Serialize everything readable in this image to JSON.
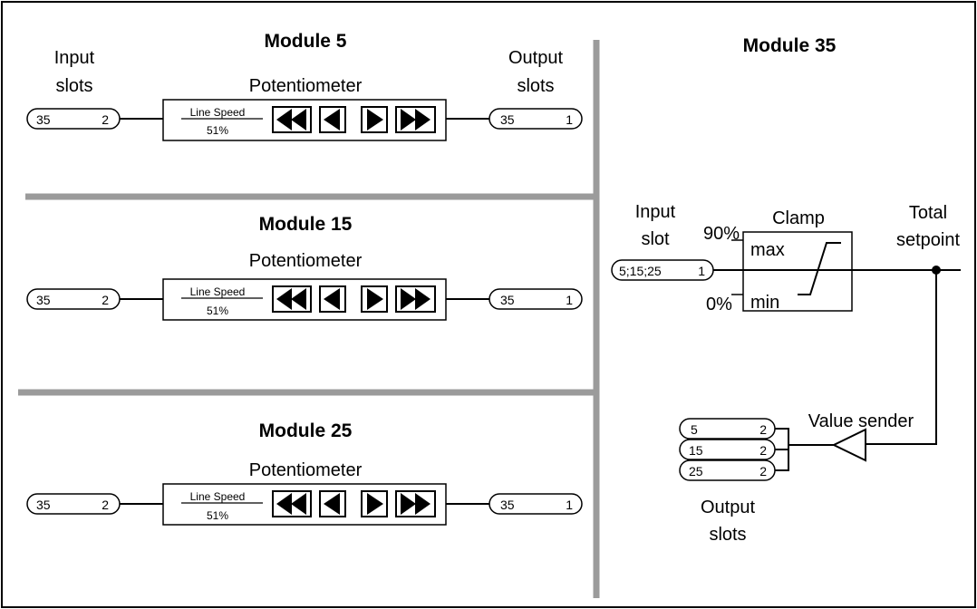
{
  "modules_left": [
    {
      "title": "Module 5",
      "block_label": "Potentiometer",
      "param_name": "Line Speed",
      "param_value": "51%",
      "input_label_line1": "Input",
      "input_label_line2": "slots",
      "output_label_line1": "Output",
      "output_label_line2": "slots",
      "input_slot": {
        "left": "35",
        "right": "2"
      },
      "output_slot": {
        "left": "35",
        "right": "1"
      }
    },
    {
      "title": "Module 15",
      "block_label": "Potentiometer",
      "param_name": "Line Speed",
      "param_value": "51%",
      "input_slot": {
        "left": "35",
        "right": "2"
      },
      "output_slot": {
        "left": "35",
        "right": "1"
      }
    },
    {
      "title": "Module 25",
      "block_label": "Potentiometer",
      "param_name": "Line Speed",
      "param_value": "51%",
      "input_slot": {
        "left": "35",
        "right": "2"
      },
      "output_slot": {
        "left": "35",
        "right": "1"
      }
    }
  ],
  "module_right": {
    "title": "Module 35",
    "input_label_line1": "Input",
    "input_label_line2": "slot",
    "input_slot": {
      "left": "5;15;25",
      "right": "1"
    },
    "clamp_label": "Clamp",
    "clamp_max_label": "max",
    "clamp_min_label": "min",
    "clamp_max_value": "90%",
    "clamp_min_value": "0%",
    "total_label_line1": "Total",
    "total_label_line2": "setpoint",
    "value_sender_label": "Value sender",
    "output_slots": [
      {
        "left": "5",
        "right": "2"
      },
      {
        "left": "15",
        "right": "2"
      },
      {
        "left": "25",
        "right": "2"
      }
    ],
    "output_label_line1": "Output",
    "output_label_line2": "slots"
  },
  "colors": {
    "separator": "#9b9b9b",
    "line": "#000000",
    "background": "#ffffff"
  },
  "icons": [
    "fast-rewind-icon",
    "step-back-icon",
    "step-forward-icon",
    "fast-forward-icon"
  ]
}
